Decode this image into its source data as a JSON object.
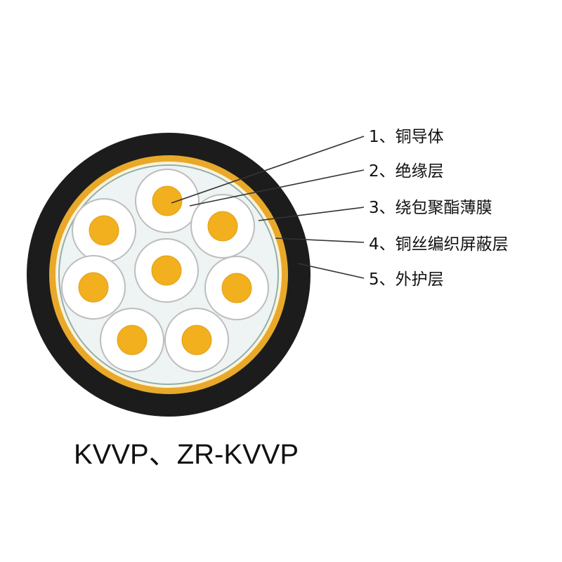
{
  "diagram": {
    "title": "KVVP、ZR-KVVP",
    "layers": [
      {
        "label": "1、铜导体",
        "color": "#f2b01e",
        "name": "copper-conductor"
      },
      {
        "label": "2、绝缘层",
        "color": "#ffffff",
        "name": "insulation-layer"
      },
      {
        "label": "3、绕包聚酯薄膜",
        "color": "#eef3f3",
        "name": "polyester-film-wrap"
      },
      {
        "label": "4、铜丝编织屏蔽层",
        "color": "#e8a92a",
        "name": "copper-braid-shield"
      },
      {
        "label": "5、外护层",
        "color": "#1c1c1c",
        "name": "outer-sheath"
      }
    ],
    "core_count": 8
  }
}
